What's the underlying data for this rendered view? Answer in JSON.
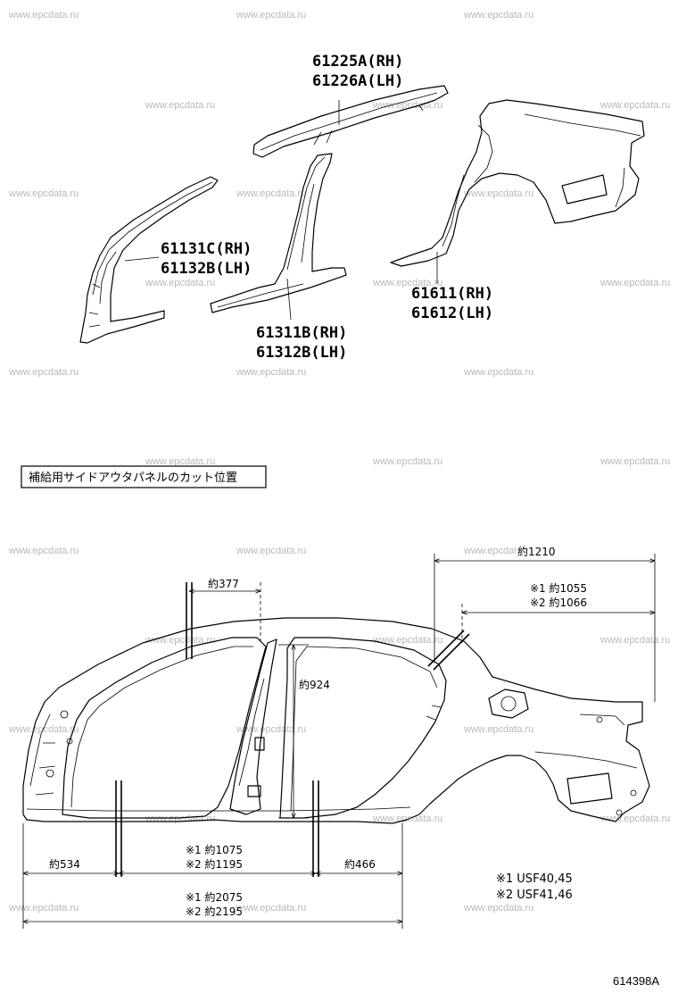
{
  "watermark": "www.epcdata.ru",
  "parts": [
    {
      "line1": "61225A(RH)",
      "line2": "61226A(LH)"
    },
    {
      "line1": "61131C(RH)",
      "line2": "61132B(LH)"
    },
    {
      "line1": "61311B(RH)",
      "line2": "61312B(LH)"
    },
    {
      "line1": "61611(RH)",
      "line2": "61612(LH)"
    }
  ],
  "caption": "補給用サイドアウタパネルのカット位置",
  "dimensions": {
    "rear_top": "約1210",
    "rear_short_1": "※1 約1055",
    "rear_short_2": "※2 約1066",
    "roof_cut": "約377",
    "pillar_height": "約924",
    "front_bottom": "約534",
    "middle_1": "※1 約1075",
    "middle_2": "※2 約1195",
    "rear_bottom": "約466",
    "total_1": "※1 約2075",
    "total_2": "※2 約2195"
  },
  "legend": {
    "note_1": "※1 USF40,45",
    "note_2": "※2 USF41,46"
  },
  "sheet_number": "614398A"
}
